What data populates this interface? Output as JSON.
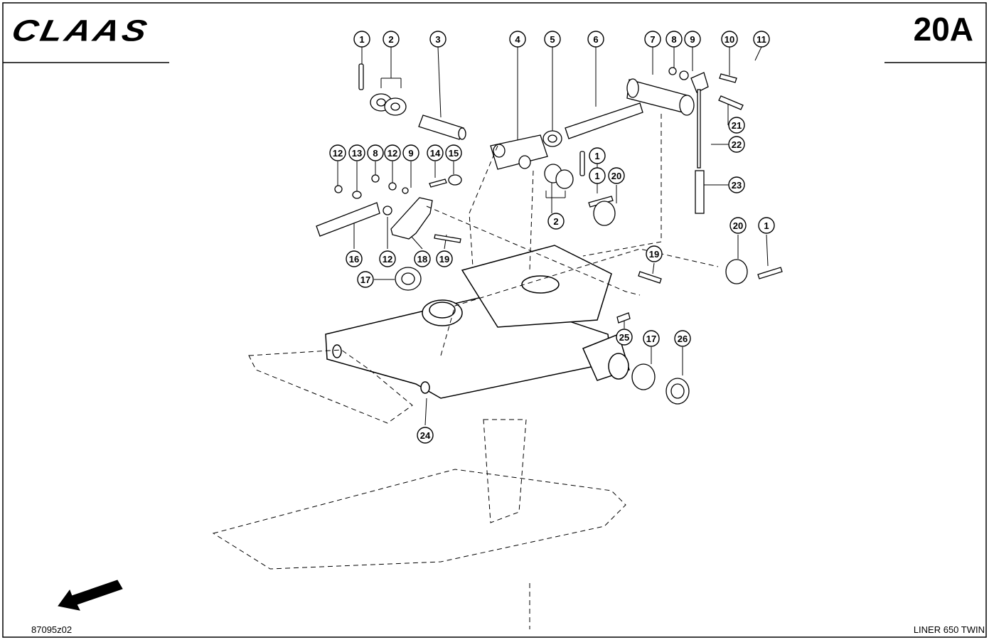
{
  "header": {
    "brand": "CLAAS",
    "page_number": "20A"
  },
  "footer": {
    "drawing_number": "87095z02",
    "model": "LINER 650 TWIN"
  },
  "callouts": [
    "1",
    "2",
    "3",
    "4",
    "5",
    "6",
    "7",
    "8",
    "9",
    "10",
    "11",
    "12",
    "13",
    "8",
    "12",
    "9",
    "14",
    "15",
    "1",
    "1",
    "20",
    "21",
    "22",
    "23",
    "2",
    "16",
    "12",
    "18",
    "19",
    "17",
    "19",
    "20",
    "1",
    "25",
    "17",
    "26",
    "24"
  ]
}
